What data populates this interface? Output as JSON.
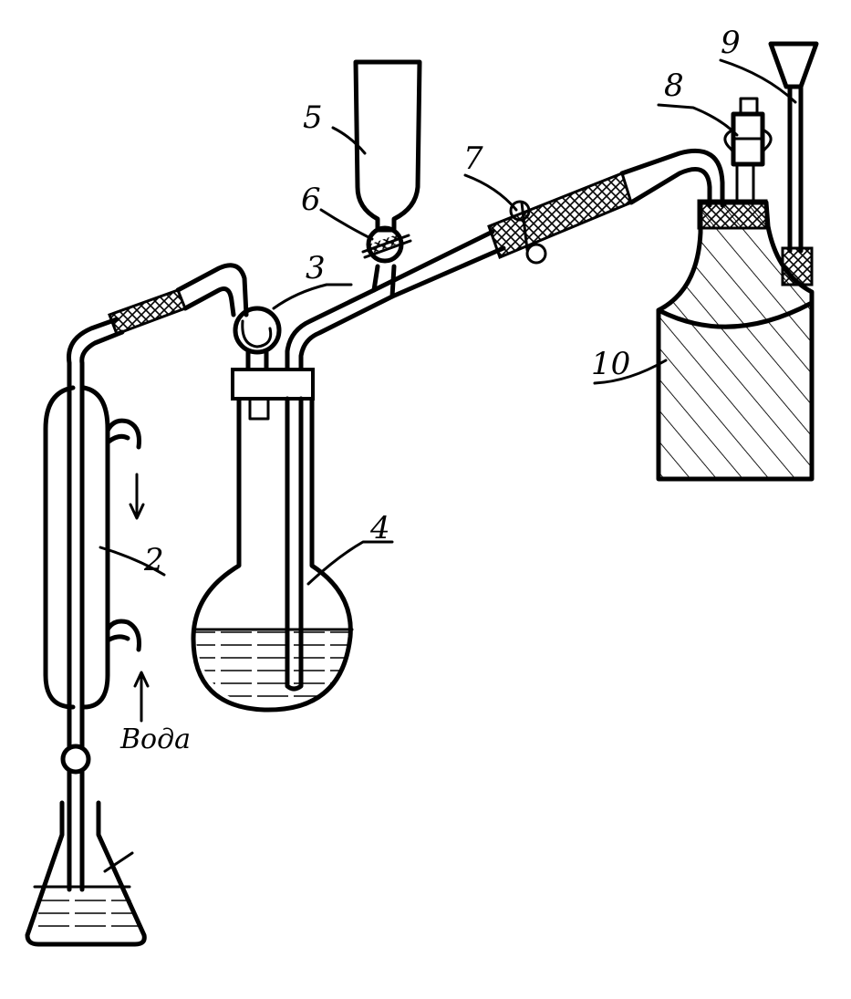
{
  "labels": {
    "l2": "2",
    "l3": "3",
    "l4": "4",
    "l5": "5",
    "l6": "6",
    "l7": "7",
    "l8": "8",
    "l9": "9",
    "l10": "10",
    "water": "Вода"
  },
  "colors": {
    "ink": "#000000",
    "paper": "#ffffff"
  }
}
